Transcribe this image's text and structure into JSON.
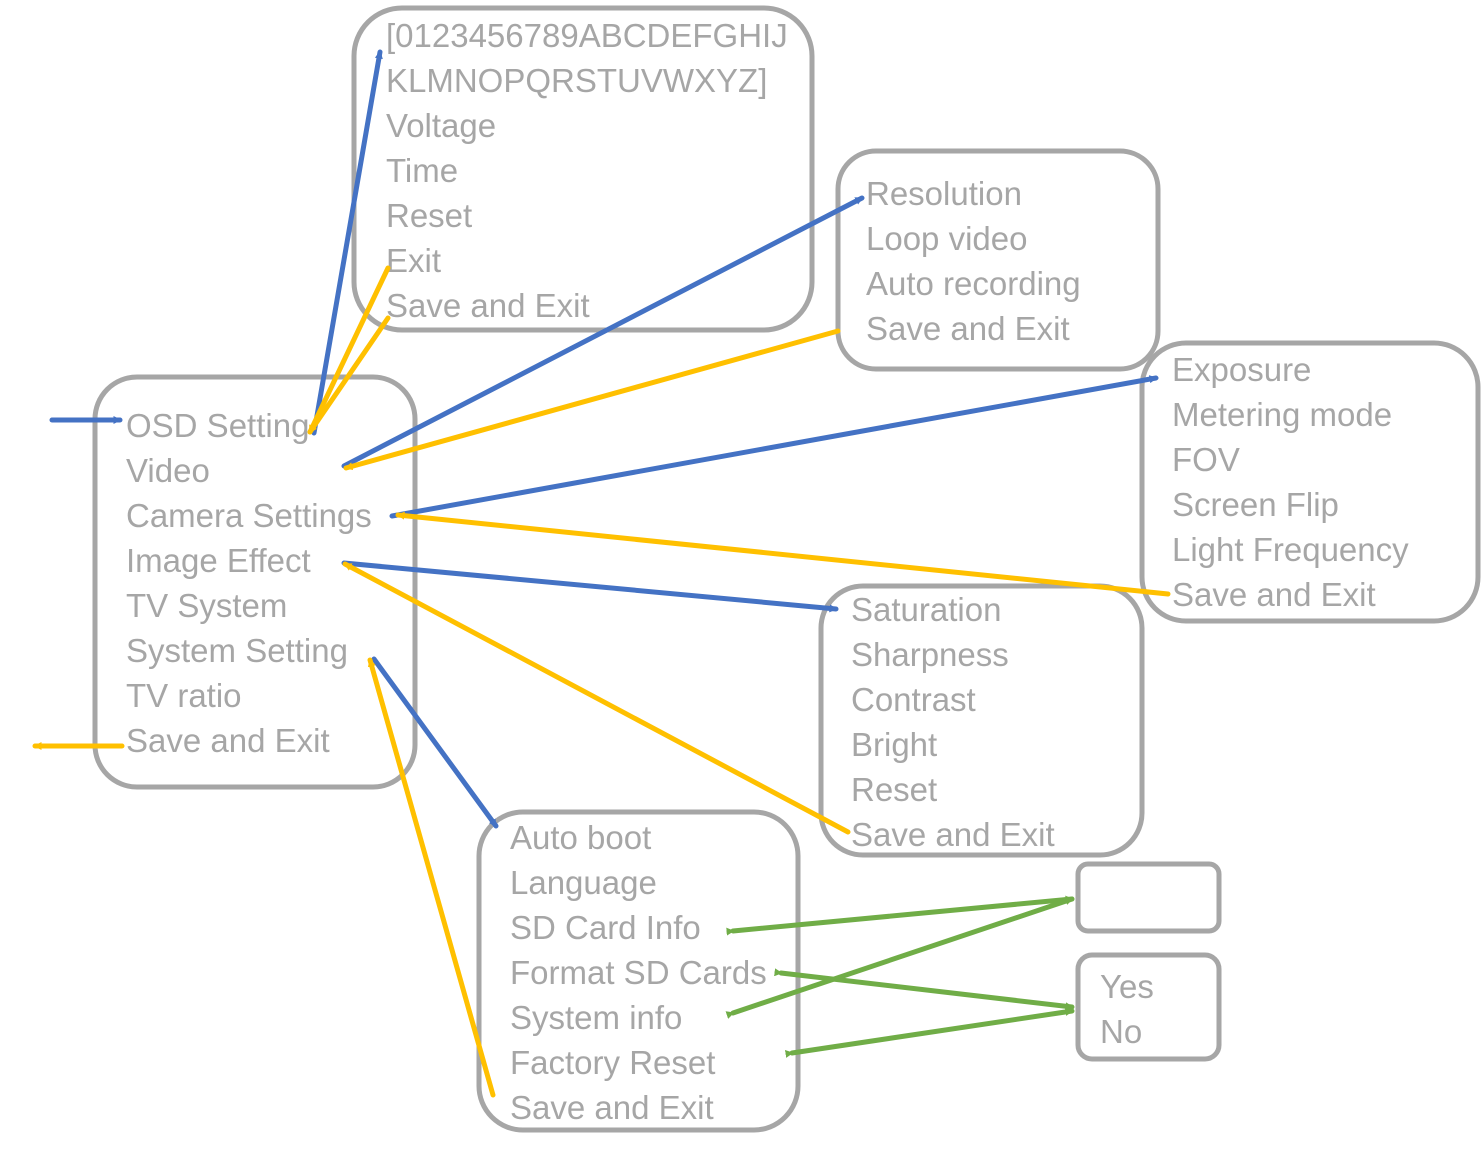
{
  "colors": {
    "box_border": "#a6a6a6",
    "text": "#a6a6a6",
    "enter_arrow": "#4472c4",
    "return_arrow": "#ffc000",
    "link_arrow": "#70ad47"
  },
  "menus": {
    "main": {
      "items": [
        "OSD Setting",
        "Video",
        "Camera Settings",
        "Image Effect",
        "TV System",
        "System Setting",
        "TV ratio",
        "Save and Exit"
      ]
    },
    "osd": {
      "items": [
        "[0123456789ABCDEFGHIJ",
        "KLMNOPQRSTUVWXYZ]",
        "Voltage",
        "Time",
        "Reset",
        "Exit",
        "Save and Exit"
      ]
    },
    "video": {
      "items": [
        "Resolution",
        "Loop video",
        "Auto recording",
        "Save and Exit"
      ]
    },
    "camera": {
      "items": [
        "Exposure",
        "Metering mode",
        "FOV",
        "Screen Flip",
        "Light Frequency",
        "Save and Exit"
      ]
    },
    "image_effect": {
      "items": [
        "Saturation",
        "Sharpness",
        "Contrast",
        "Bright",
        "Reset",
        "Save and Exit"
      ]
    },
    "system": {
      "items": [
        "Auto boot",
        "Language",
        "SD Card Info",
        "Format SD Cards",
        "System info",
        "Factory Reset",
        "Save and Exit"
      ]
    },
    "info_popup": {
      "items": []
    },
    "confirm": {
      "items": [
        "Yes",
        "No"
      ]
    }
  }
}
